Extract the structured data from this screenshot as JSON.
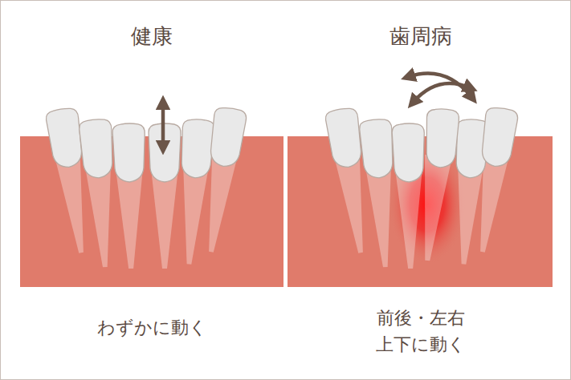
{
  "diagram": {
    "labels": [
      "健康",
      "わずかに動く",
      "歯周病",
      "前後・左右 上下に動く"
    ]
  }
}
